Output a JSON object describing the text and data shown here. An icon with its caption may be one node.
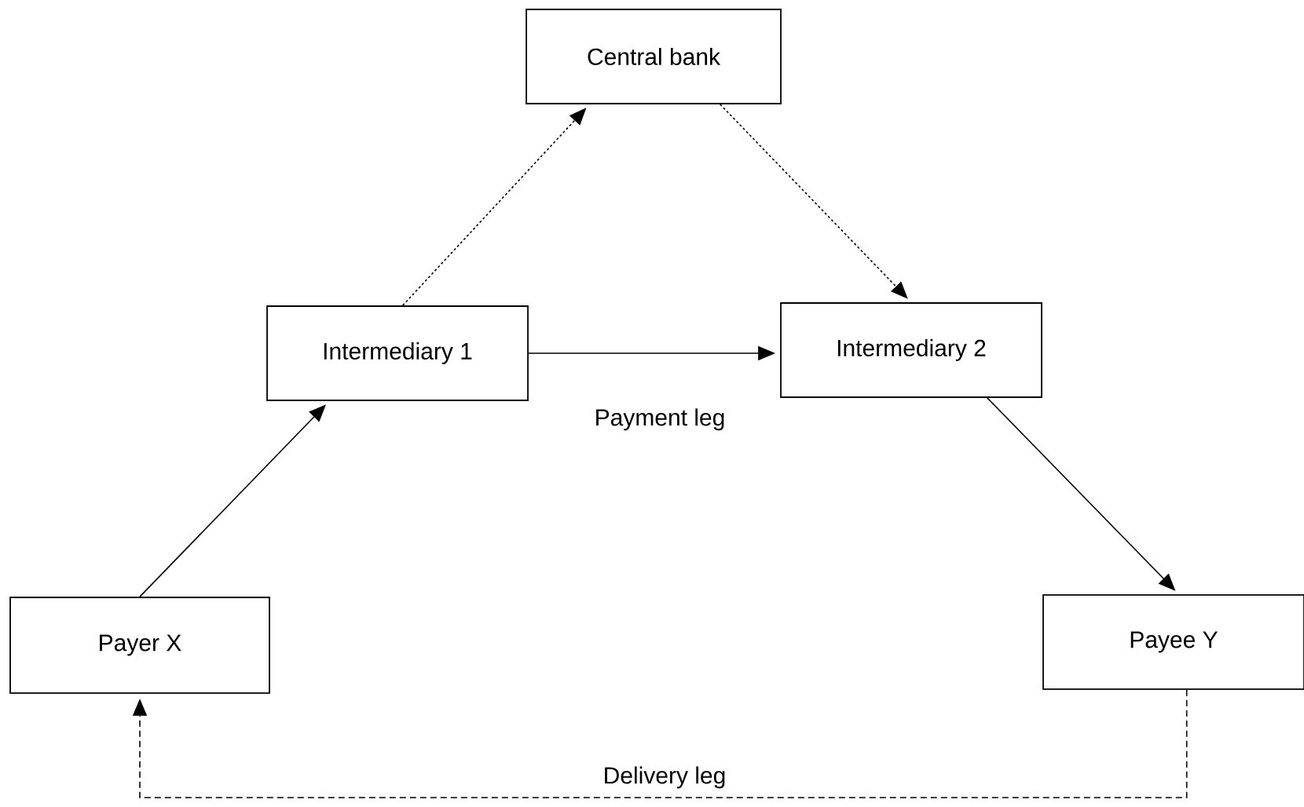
{
  "diagram": {
    "nodes": [
      {
        "text": [
          "Central bank"
        ]
      },
      {
        "text": [
          "Intermediary 1"
        ]
      },
      {
        "text": [
          "Intermediary 2"
        ]
      },
      {
        "text": [
          "Payer X"
        ]
      },
      {
        "text": [
          "Payee Y"
        ]
      }
    ],
    "edges": [
      {
        "from": 3,
        "to": 1,
        "arrow": "to"
      },
      {
        "from": 1,
        "to": 0,
        "arrow": "to",
        "style": "dashed"
      },
      {
        "from": 0,
        "to": 2,
        "arrow": "to",
        "style": "dashed"
      },
      {
        "from": 1,
        "to": 2,
        "arrow": "to",
        "label": "Payment leg"
      },
      {
        "from": 2,
        "to": 4,
        "arrow": "to"
      },
      {
        "from": 4,
        "to": 3,
        "arrow": "to",
        "style": "dashed",
        "label": "Delivery leg"
      }
    ]
  }
}
